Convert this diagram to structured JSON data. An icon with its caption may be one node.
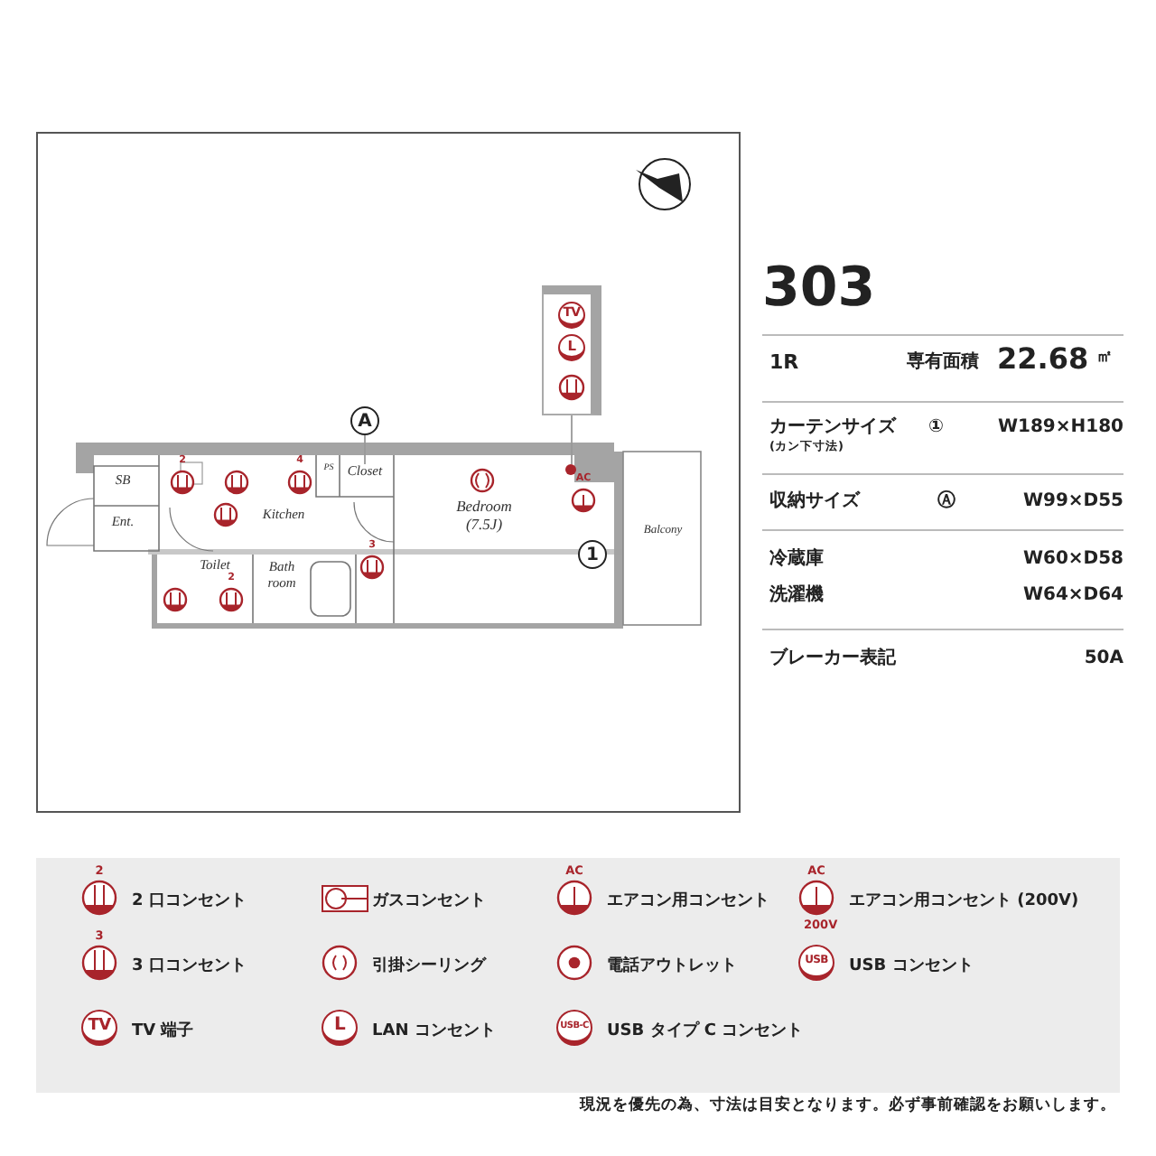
{
  "diagram": {
    "title": "303",
    "caption": "現況を優先の為、寸法は目安となります。必ず事前確認をお願いします。",
    "nodes": [
      {
        "text": [
          "SB"
        ]
      },
      {
        "text": [
          "Ent."
        ]
      },
      {
        "text": [
          "Kitchen"
        ]
      },
      {
        "text": [
          "PS"
        ]
      },
      {
        "text": [
          "Closet"
        ]
      },
      {
        "text": [
          "Bedroom",
          "(7.5J)"
        ]
      },
      {
        "text": [
          "Toilet"
        ]
      },
      {
        "text": [
          "Bath room"
        ]
      },
      {
        "text": [
          "Balcony"
        ]
      },
      {
        "text": [],
        "shape": "box"
      },
      {
        "text": [],
        "shape": "circle"
      },
      {
        "text": [
          "A"
        ]
      },
      {
        "text": [
          "1"
        ]
      }
    ],
    "edges": [
      {
        "from": 9,
        "to": 10,
        "arrow": "none"
      },
      {
        "from": 11,
        "to": 4,
        "arrow": "none"
      }
    ],
    "labels": [
      "2",
      "4",
      "3",
      "2",
      "AC",
      "TV",
      "L",
      "1R",
      "専有面積",
      "22.68",
      "㎡",
      "カーテンサイズ",
      "(カン下寸法)",
      "①",
      "W189×H180",
      "収納サイズ",
      "Ⓐ",
      "W99×D55",
      "冷蔵庫",
      "W60×D58",
      "洗濯機",
      "W64×D64",
      "ブレーカー表記",
      "50A",
      "2",
      "AC",
      "AC",
      "200V",
      "3",
      "USB",
      "TV",
      "L",
      "USB-C"
    ],
    "legend": [
      {
        "text": "2 口コンセント"
      },
      {
        "text": "ガスコンセント"
      },
      {
        "text": "エアコン用コンセント"
      },
      {
        "text": "エアコン用コンセント (200V)"
      },
      {
        "text": "3 口コンセント"
      },
      {
        "text": "引掛シーリング"
      },
      {
        "text": "電話アウトレット"
      },
      {
        "text": "USB コンセント"
      },
      {
        "text": "TV 端子"
      },
      {
        "text": "LAN コンセント"
      },
      {
        "text": "USB タイプ C コンセント"
      }
    ]
  }
}
